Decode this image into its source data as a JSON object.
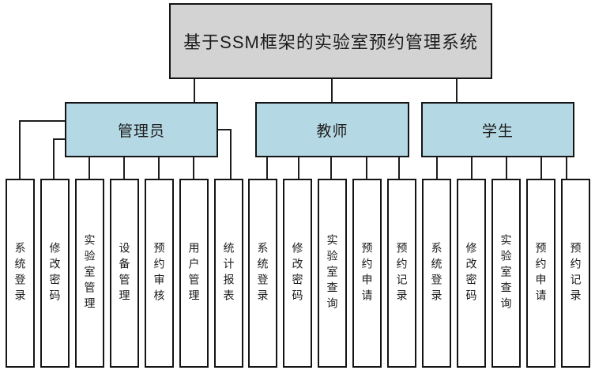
{
  "diagram": {
    "title": "基于SSM框架的实验室预约管理系统",
    "colors": {
      "root_fill": "#d3d3d3",
      "role_fill": "#b5d9e4",
      "leaf_fill": "#ffffff",
      "border": "#141414",
      "line": "#1e1e1e",
      "background": "#ffffff"
    },
    "roles": [
      {
        "label": "管理员",
        "functions": [
          "系统登录",
          "修改密码",
          "实验室管理",
          "设备管理",
          "预约审核",
          "用户管理",
          "统计报表"
        ]
      },
      {
        "label": "教师",
        "functions": [
          "系统登录",
          "修改密码",
          "实验室查询",
          "预约申请",
          "预约记录"
        ]
      },
      {
        "label": "学生",
        "functions": [
          "系统登录",
          "修改密码",
          "实验室查询",
          "预约申请",
          "预约记录"
        ]
      }
    ]
  }
}
